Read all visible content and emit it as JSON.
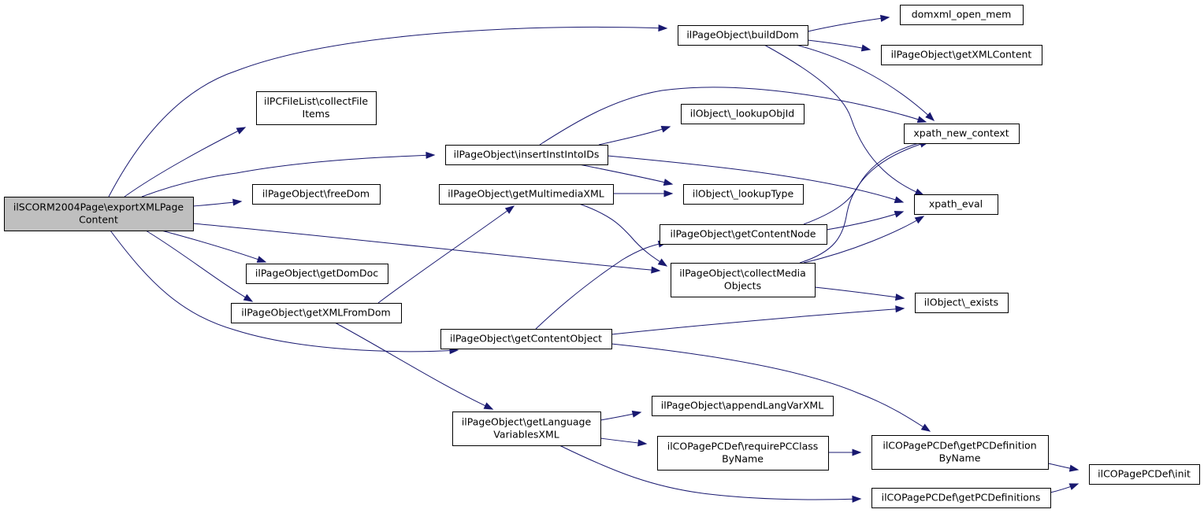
{
  "graph": {
    "nodes": [
      {
        "id": "exportXMLPageContent",
        "lines": [
          "ilSCORM2004Page\\exportXMLPage",
          "Content"
        ],
        "root": true
      },
      {
        "id": "buildDom",
        "lines": [
          "ilPageObject\\buildDom"
        ]
      },
      {
        "id": "domxml_open_mem",
        "lines": [
          "domxml_open_mem"
        ]
      },
      {
        "id": "getXMLContent",
        "lines": [
          "ilPageObject\\getXMLContent"
        ]
      },
      {
        "id": "collectFileItems",
        "lines": [
          "ilPCFileList\\collectFile",
          "Items"
        ]
      },
      {
        "id": "lookupObjId",
        "lines": [
          "ilObject\\_lookupObjId"
        ]
      },
      {
        "id": "xpath_new_context",
        "lines": [
          "xpath_new_context"
        ]
      },
      {
        "id": "insertInstIntoIDs",
        "lines": [
          "ilPageObject\\insertInstIntoIDs"
        ]
      },
      {
        "id": "freeDom",
        "lines": [
          "ilPageObject\\freeDom"
        ]
      },
      {
        "id": "getMultimediaXML",
        "lines": [
          "ilPageObject\\getMultimediaXML"
        ]
      },
      {
        "id": "lookupType",
        "lines": [
          "ilObject\\_lookupType"
        ]
      },
      {
        "id": "xpath_eval",
        "lines": [
          "xpath_eval"
        ]
      },
      {
        "id": "getContentNode",
        "lines": [
          "ilPageObject\\getContentNode"
        ]
      },
      {
        "id": "getDomDoc",
        "lines": [
          "ilPageObject\\getDomDoc"
        ]
      },
      {
        "id": "collectMediaObjects",
        "lines": [
          "ilPageObject\\collectMedia",
          "Objects"
        ]
      },
      {
        "id": "getXMLFromDom",
        "lines": [
          "ilPageObject\\getXMLFromDom"
        ]
      },
      {
        "id": "exists",
        "lines": [
          "ilObject\\_exists"
        ]
      },
      {
        "id": "getContentObject",
        "lines": [
          "ilPageObject\\getContentObject"
        ]
      },
      {
        "id": "appendLangVarXML",
        "lines": [
          "ilPageObject\\appendLangVarXML"
        ]
      },
      {
        "id": "getLanguageVariablesXML",
        "lines": [
          "ilPageObject\\getLanguage",
          "VariablesXML"
        ]
      },
      {
        "id": "requirePCClassByName",
        "lines": [
          "ilCOPagePCDef\\requirePCClass",
          "ByName"
        ]
      },
      {
        "id": "getPCDefinitionByName",
        "lines": [
          "ilCOPagePCDef\\getPCDefinition",
          "ByName"
        ]
      },
      {
        "id": "init",
        "lines": [
          "ilCOPagePCDef\\init"
        ]
      },
      {
        "id": "getPCDefinitions",
        "lines": [
          "ilCOPagePCDef\\getPCDefinitions"
        ]
      }
    ],
    "edges": [
      {
        "from": "exportXMLPageContent",
        "to": "buildDom"
      },
      {
        "from": "exportXMLPageContent",
        "to": "collectFileItems"
      },
      {
        "from": "exportXMLPageContent",
        "to": "insertInstIntoIDs"
      },
      {
        "from": "exportXMLPageContent",
        "to": "freeDom"
      },
      {
        "from": "exportXMLPageContent",
        "to": "getDomDoc"
      },
      {
        "from": "exportXMLPageContent",
        "to": "getXMLFromDom"
      },
      {
        "from": "exportXMLPageContent",
        "to": "collectMediaObjects"
      },
      {
        "from": "exportXMLPageContent",
        "to": "getContentObject"
      },
      {
        "from": "buildDom",
        "to": "domxml_open_mem"
      },
      {
        "from": "buildDom",
        "to": "getXMLContent"
      },
      {
        "from": "buildDom",
        "to": "xpath_new_context"
      },
      {
        "from": "buildDom",
        "to": "xpath_eval"
      },
      {
        "from": "insertInstIntoIDs",
        "to": "xpath_new_context"
      },
      {
        "from": "insertInstIntoIDs",
        "to": "lookupObjId"
      },
      {
        "from": "insertInstIntoIDs",
        "to": "xpath_eval"
      },
      {
        "from": "insertInstIntoIDs",
        "to": "lookupType"
      },
      {
        "from": "getMultimediaXML",
        "to": "lookupType"
      },
      {
        "from": "getMultimediaXML",
        "to": "collectMediaObjects"
      },
      {
        "from": "getContentNode",
        "to": "xpath_new_context"
      },
      {
        "from": "getContentNode",
        "to": "xpath_eval"
      },
      {
        "from": "collectMediaObjects",
        "to": "xpath_new_context"
      },
      {
        "from": "collectMediaObjects",
        "to": "xpath_eval"
      },
      {
        "from": "collectMediaObjects",
        "to": "exists"
      },
      {
        "from": "getXMLFromDom",
        "to": "getMultimediaXML"
      },
      {
        "from": "getXMLFromDom",
        "to": "getLanguageVariablesXML"
      },
      {
        "from": "getContentObject",
        "to": "getContentNode"
      },
      {
        "from": "getContentObject",
        "to": "exists"
      },
      {
        "from": "getContentObject",
        "to": "getPCDefinitionByName"
      },
      {
        "from": "getLanguageVariablesXML",
        "to": "appendLangVarXML"
      },
      {
        "from": "getLanguageVariablesXML",
        "to": "requirePCClassByName"
      },
      {
        "from": "getLanguageVariablesXML",
        "to": "getPCDefinitions"
      },
      {
        "from": "requirePCClassByName",
        "to": "getPCDefinitionByName"
      },
      {
        "from": "getPCDefinitionByName",
        "to": "init"
      },
      {
        "from": "getPCDefinitions",
        "to": "init"
      }
    ]
  }
}
